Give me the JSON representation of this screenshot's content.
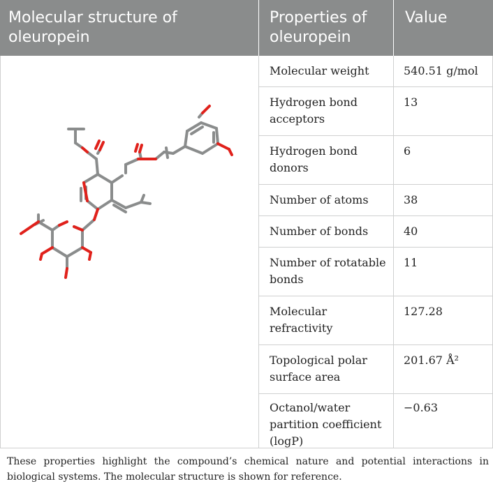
{
  "header": {
    "col1": "Molecular structure of oleuropein",
    "col2": "Properties of oleuropein",
    "col3": "Value"
  },
  "rows": [
    {
      "property": "Molecular weight",
      "value": "540.51 g/mol"
    },
    {
      "property": "Hydrogen bond acceptors",
      "value": "13"
    },
    {
      "property": "Hydrogen bond donors",
      "value": "6"
    },
    {
      "property": "Number of atoms",
      "value": "38"
    },
    {
      "property": "Number of bonds",
      "value": "40"
    },
    {
      "property": "Number of rotatable bonds",
      "value": "11"
    },
    {
      "property": "Molecular refractivity",
      "value": "127.28"
    },
    {
      "property": "Topological polar surface area",
      "value": "201.67 Å²"
    },
    {
      "property": "Octanol/water partition coefficient (logP)",
      "value": "−0.63"
    }
  ],
  "footnote": "These properties highlight the compound’s chemical nature and potential interactions in biological systems. The molecular structure is shown for reference.",
  "colors": {
    "header_bg": "#8a8c8c",
    "bond": "#8a8c8c",
    "oxygen": "#e0211b",
    "grid": "#cfd0d0"
  },
  "image": {
    "name": "oleuropein-molecule-drawing"
  }
}
